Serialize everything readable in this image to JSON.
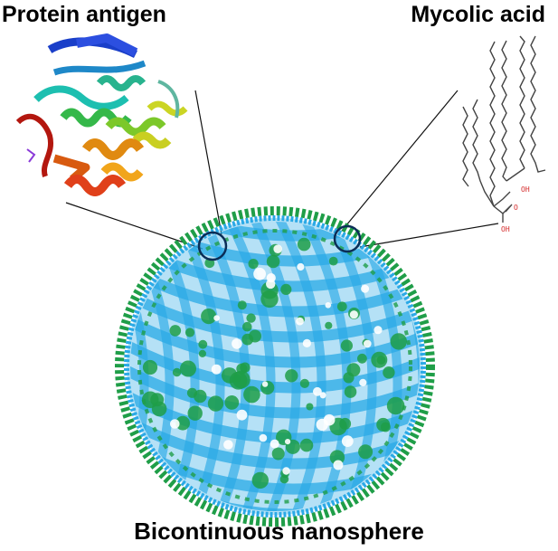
{
  "labels": {
    "protein": "Protein antigen",
    "mycolic": "Mycolic acid",
    "sphere": "Bicontinuous nanosphere"
  },
  "molecule_text": {
    "oh_upper": "OH",
    "carbonyl_o": "O",
    "oh_lower": "OH"
  },
  "colors": {
    "lipid_blue": "#2aa9e6",
    "antigen_green": "#1f9e48",
    "callout_circle": "#0b2e57",
    "heteroatom_red": "#d42a2a",
    "bond_gray": "#444444"
  },
  "icons": {
    "protein_structure": "ribbon-protein-icon",
    "mycolic_structure": "skeletal-formula-icon",
    "nanosphere": "bicontinuous-nanosphere-icon"
  }
}
